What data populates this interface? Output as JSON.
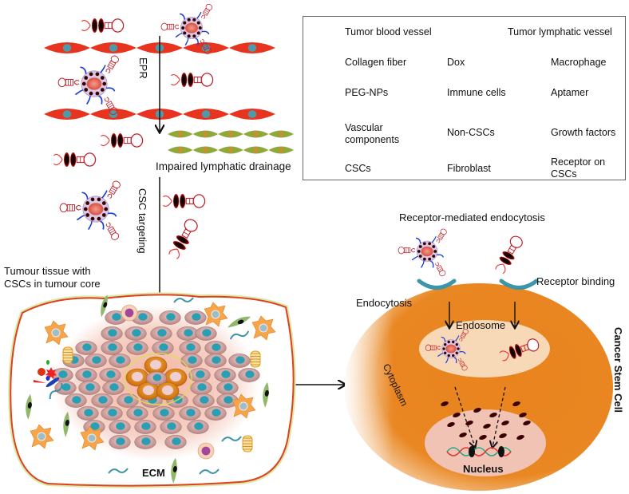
{
  "legend": {
    "items": [
      {
        "label": "Tumor blood vessel",
        "icon": "tumor-blood-vessel-icon"
      },
      {
        "label": "Tumor lymphatic vessel",
        "icon": "tumor-lymphatic-vessel-icon"
      },
      {
        "label": "Collagen fiber",
        "icon": "collagen-fiber-icon"
      },
      {
        "label": "Dox",
        "icon": "dox-icon"
      },
      {
        "label": "Macrophage",
        "icon": "macrophage-icon"
      },
      {
        "label": "PEG-NPs",
        "icon": "peg-np-icon"
      },
      {
        "label": "Immune cells",
        "icon": "immune-cell-icon"
      },
      {
        "label": "Aptamer",
        "icon": "aptamer-icon"
      },
      {
        "label": "Vascular components",
        "label_lines": [
          "Vascular",
          "components"
        ],
        "icon": "vascular-components-icon"
      },
      {
        "label": "Non-CSCs",
        "icon": "non-csc-icon"
      },
      {
        "label": "Growth factors",
        "icon": "growth-factor-icon"
      },
      {
        "label": "CSCs",
        "icon": "csc-icon"
      },
      {
        "label": "Fibroblast",
        "icon": "fibroblast-icon"
      },
      {
        "label": "Receptor on CSCs",
        "label_lines": [
          "Receptor on",
          "CSCs"
        ],
        "icon": "receptor-icon"
      }
    ]
  },
  "labels": {
    "epr": "EPR",
    "impaired_drainage": "Impaired lymphatic drainage",
    "csc_targeting": "CSC targeting",
    "tumour_tissue": [
      "Tumour tissue with",
      "CSCs in tumour core"
    ],
    "ecm": "ECM",
    "receptor_mediated": "Receptor-mediated endocytosis",
    "receptor_binding": "Receptor binding",
    "endocytosis": "Endocytosis",
    "endosome": "Endosome",
    "cytoplasm": "Cytoplasm",
    "nucleus": "Nucleus",
    "cancer_stem_cell": "Cancer Stem Cell"
  },
  "colors": {
    "blood_vessel": "#e8331f",
    "lymph_vessel": "#8fa83c",
    "cell_orange": "#e7841d",
    "non_csc": "#c99a9a",
    "nucleus_teal": "#2a9fb4",
    "aptamer": "#c0202a",
    "peg": "#1d3fd6",
    "receptor": "#3a96a8"
  }
}
